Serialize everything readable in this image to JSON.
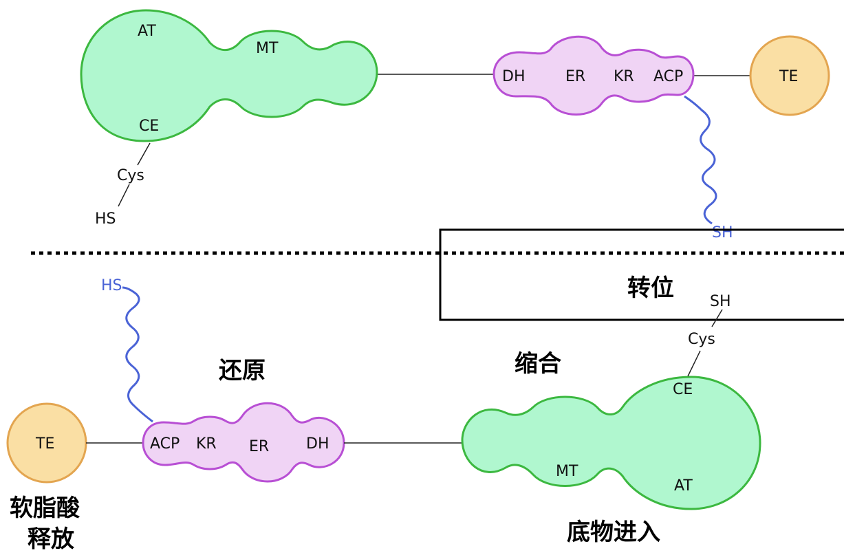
{
  "colors": {
    "ks_mt_fill": "#b0f7cf",
    "ks_mt_stroke": "#3cb840",
    "reduction_fill": "#f0d4f5",
    "reduction_stroke": "#b84fd4",
    "te_fill": "#fadfa4",
    "te_stroke": "#e3a550",
    "linker": "#222222",
    "acp_arm": "#4a63d6"
  },
  "top_module": {
    "big_domain": {
      "at": "AT",
      "mt": "MT",
      "ce": "CE"
    },
    "ce_linker": {
      "cys": "Cys",
      "hs": "HS"
    },
    "reduction": {
      "dh": "DH",
      "er": "ER",
      "kr": "KR",
      "acp": "ACP"
    },
    "acp_arm_end": "SH",
    "te": "TE"
  },
  "bottom_module": {
    "big_domain": {
      "at": "AT",
      "mt": "MT",
      "ce": "CE"
    },
    "ce_linker": {
      "cys": "Cys",
      "sh": "SH"
    },
    "reduction": {
      "acp": "ACP",
      "kr": "KR",
      "er": "ER",
      "dh": "DH"
    },
    "acp_arm_end": "HS",
    "te": "TE"
  },
  "steps": {
    "translocation": "转位",
    "condensation": "缩合",
    "reduction": "还原",
    "palmitate_release_line1": "软脂酸",
    "palmitate_release_line2": "释放",
    "substrate_entry": "底物进入"
  }
}
